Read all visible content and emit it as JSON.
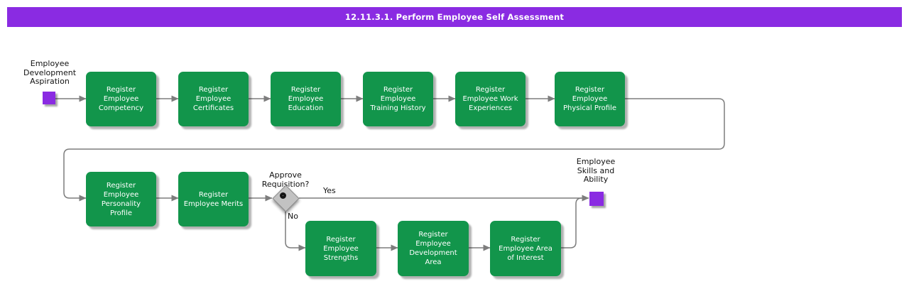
{
  "title_bar": {
    "text": "12.11.3.1. Perform Employee Self Assessment"
  },
  "colors": {
    "accent_purple": "#8A2BE2",
    "activity_green": "#12954B",
    "connector_gray": "#7D7D7D",
    "gateway_gray": "#C2C2C2",
    "text_on_activity": "#FFFFFF",
    "label_text": "#111111",
    "background": "#FFFFFF"
  },
  "flow": {
    "start": {
      "type": "start-event",
      "label": [
        "Employee",
        "Development",
        "Aspiration"
      ]
    },
    "end": {
      "type": "end-event",
      "label": [
        "Employee",
        "Skills and",
        "Ability"
      ]
    },
    "decision": {
      "label": [
        "Approve",
        "Requisition?"
      ],
      "yes": "Yes",
      "no": "No"
    },
    "activities": [
      {
        "id": "register-employee-competency",
        "label": [
          "Register",
          "Employee",
          "Competency"
        ]
      },
      {
        "id": "register-employee-certificates",
        "label": [
          "Register",
          "Employee",
          "Certificates"
        ]
      },
      {
        "id": "register-employee-education",
        "label": [
          "Register",
          "Employee",
          "Education"
        ]
      },
      {
        "id": "register-employee-training-history",
        "label": [
          "Register",
          "Employee",
          "Training History"
        ]
      },
      {
        "id": "register-employee-work-experiences",
        "label": [
          "Register",
          "Employee Work",
          "Experiences"
        ]
      },
      {
        "id": "register-employee-physical-profile",
        "label": [
          "Register",
          "Employee",
          "Physical Profile"
        ]
      },
      {
        "id": "register-employee-personality-profile",
        "label": [
          "Register",
          "Employee",
          "Personality",
          "Profile"
        ]
      },
      {
        "id": "register-employee-merits",
        "label": [
          "Register",
          "Employee Merits"
        ]
      },
      {
        "id": "register-employee-strengths",
        "label": [
          "Register",
          "Employee",
          "Strengths"
        ]
      },
      {
        "id": "register-employee-development-area",
        "label": [
          "Register",
          "Employee",
          "Development",
          "Area"
        ]
      },
      {
        "id": "register-employee-area-of-interest",
        "label": [
          "Register",
          "Employee Area",
          "of Interest"
        ]
      }
    ],
    "connections": [
      {
        "from": "start",
        "to": "register-employee-competency"
      },
      {
        "from": "register-employee-competency",
        "to": "register-employee-certificates"
      },
      {
        "from": "register-employee-certificates",
        "to": "register-employee-education"
      },
      {
        "from": "register-employee-education",
        "to": "register-employee-training-history"
      },
      {
        "from": "register-employee-training-history",
        "to": "register-employee-work-experiences"
      },
      {
        "from": "register-employee-work-experiences",
        "to": "register-employee-physical-profile"
      },
      {
        "from": "register-employee-physical-profile",
        "to": "register-employee-personality-profile"
      },
      {
        "from": "register-employee-personality-profile",
        "to": "register-employee-merits"
      },
      {
        "from": "register-employee-merits",
        "to": "decision"
      },
      {
        "from": "decision",
        "to": "end",
        "label": "Yes"
      },
      {
        "from": "decision",
        "to": "register-employee-strengths",
        "label": "No"
      },
      {
        "from": "register-employee-strengths",
        "to": "register-employee-development-area"
      },
      {
        "from": "register-employee-development-area",
        "to": "register-employee-area-of-interest"
      },
      {
        "from": "register-employee-area-of-interest",
        "to": "end"
      }
    ]
  }
}
